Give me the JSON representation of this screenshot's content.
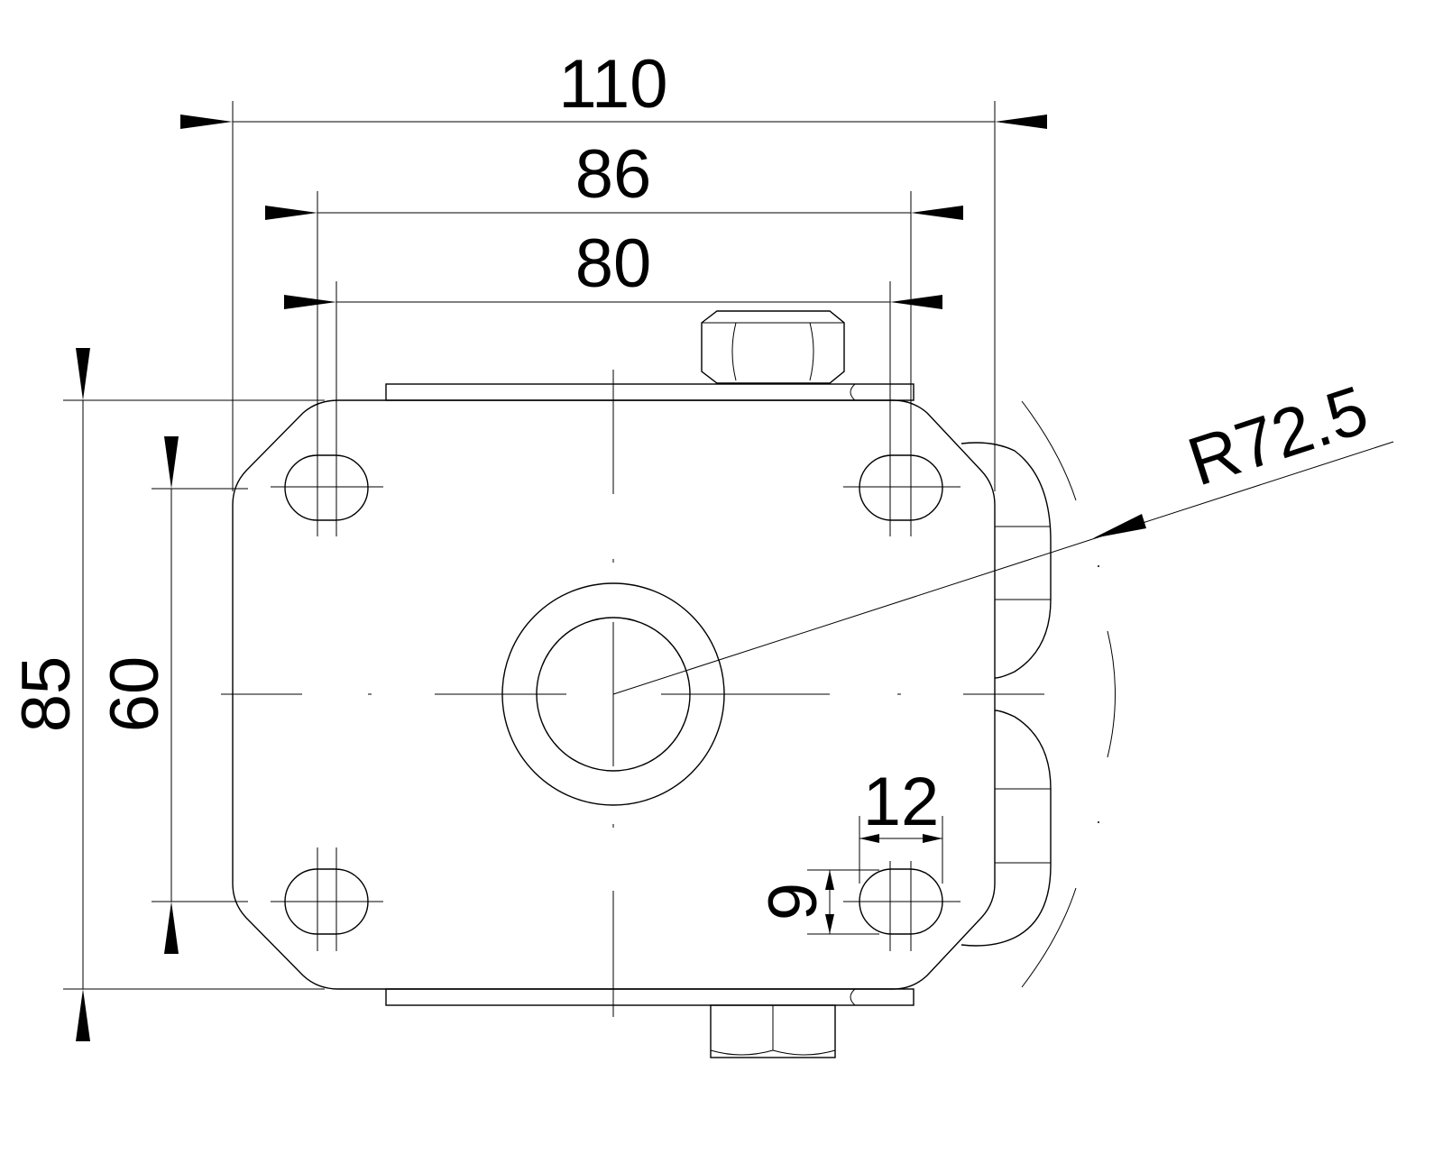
{
  "drawing": {
    "title": "Pump mounting flange dimensions",
    "colors": {
      "line": "#000000",
      "background": "#ffffff"
    },
    "dimensions": {
      "overall_width": "110",
      "flange_width": "86",
      "hole_spacing_horizontal": "80",
      "overall_height": "85",
      "hole_spacing_vertical": "60",
      "slot_length": "12",
      "slot_width": "9",
      "radius": "R72.5"
    }
  }
}
